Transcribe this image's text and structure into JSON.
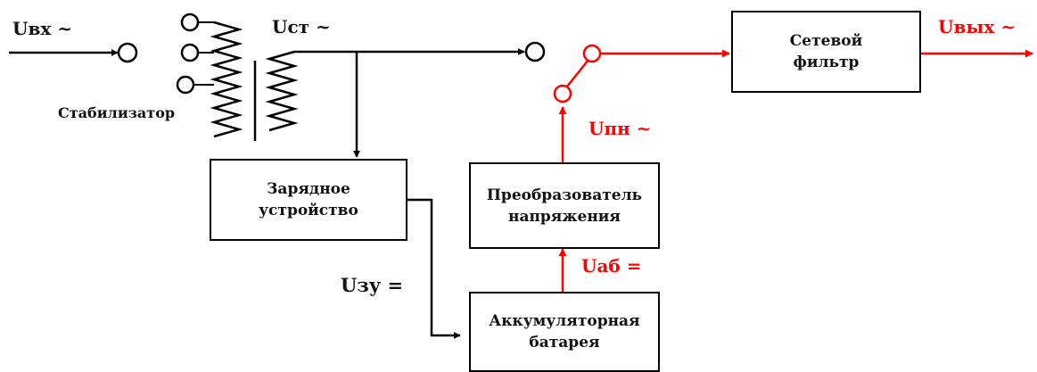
{
  "labels": {
    "u_in": "Uвх ~",
    "u_st": "Uст ~",
    "stabilizer": "Стабилизатор",
    "u_charger": "Uзу =",
    "u_inverter": "Uпн ~",
    "u_battery": "Uаб =",
    "u_out": "Uвых ~"
  },
  "blocks": {
    "charger": [
      "Зарядное",
      "устройство"
    ],
    "converter": [
      "Преобразователь",
      "напряжения"
    ],
    "battery": [
      "Аккумуляторная",
      "батарея"
    ],
    "filter": [
      "Сетевой",
      "фильтр"
    ]
  },
  "colors": {
    "line": "#000000",
    "accent": "#ff0000"
  }
}
